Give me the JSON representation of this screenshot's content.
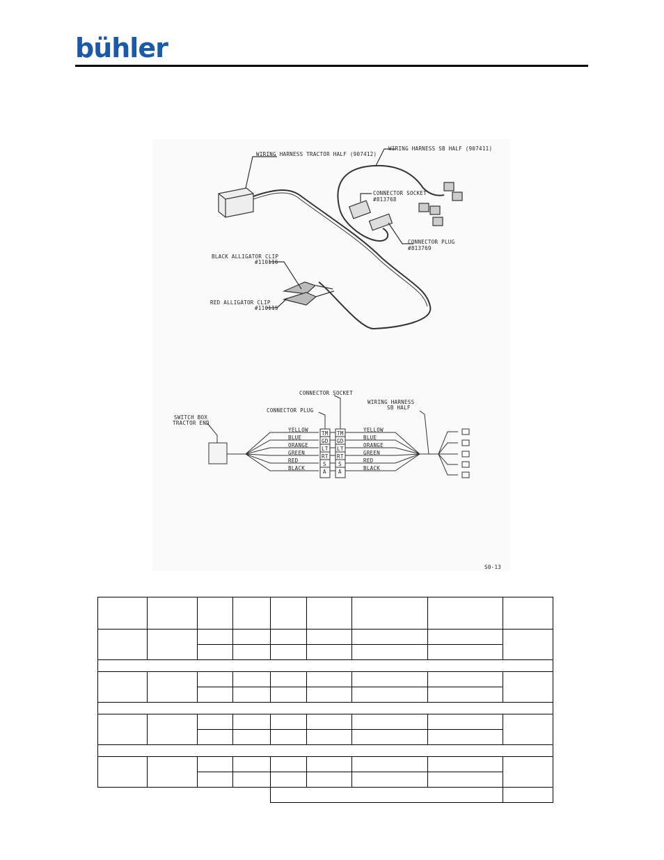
{
  "header": {
    "logo_text": "bühler",
    "brand_color": "#1a5aa8",
    "rule_color": "#000000"
  },
  "figure": {
    "top_diagram": {
      "labels": {
        "harness_tractor_half": "WIRING HARNESS TRACTOR HALF (907412)",
        "harness_sb_half": "WIRING HARNESS SB HALF (907411)",
        "connector_socket": "CONNECTOR SOCKET",
        "connector_socket_part": "#813768",
        "connector_plug": "CONNECTOR PLUG",
        "connector_plug_part": "#813769",
        "black_clip": "BLACK ALLIGATOR CLIP",
        "black_clip_part": "#110116",
        "red_clip": "RED ALLIGATOR CLIP",
        "red_clip_part": "#110115"
      }
    },
    "bottom_diagram": {
      "connector_socket": "CONNECTOR SOCKET",
      "connector_plug": "CONNECTOR PLUG",
      "harness_sb_half_line1": "WIRING HARNESS",
      "harness_sb_half_line2": "SB HALF",
      "switch_box_line1": "SWITCH BOX",
      "switch_box_line2": "TRACTOR END",
      "wires": [
        {
          "color": "YELLOW",
          "pin": "TM"
        },
        {
          "color": "BLUE",
          "pin": "GD"
        },
        {
          "color": "ORANGE",
          "pin": "LT"
        },
        {
          "color": "GREEN",
          "pin": "RT"
        },
        {
          "color": "RED",
          "pin": "S"
        },
        {
          "color": "BLACK",
          "pin": "A"
        }
      ]
    },
    "figure_code": "S0-13"
  },
  "table": {
    "columns": 9,
    "groups": 4
  }
}
